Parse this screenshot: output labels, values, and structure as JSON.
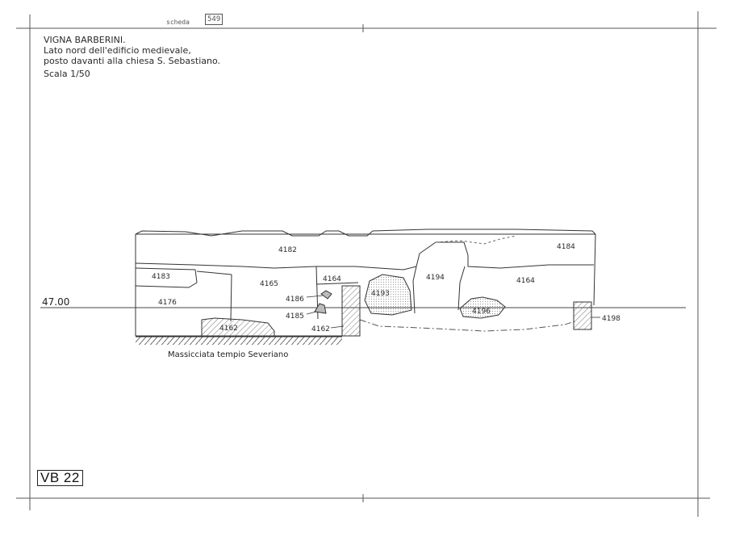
{
  "header": {
    "handwritten_label": "scheda",
    "handwritten_number": "549",
    "title_line1": "VIGNA BARBERINI.",
    "title_line2": "Lato nord dell'edificio medievale,",
    "title_line3": "posto davanti alla chiesa S. Sebastiano.",
    "scale": "Scala 1/50"
  },
  "datum": {
    "elevation": "47.00"
  },
  "units": {
    "u4182": "4182",
    "u4184": "4184",
    "u4183": "4183",
    "u4165": "4165",
    "u4164a": "4164",
    "u4193": "4193",
    "u4194": "4194",
    "u4164b": "4164",
    "u4176": "4176",
    "u4186": "4186",
    "u4185": "4185",
    "u4196": "4196",
    "u4198": "4198",
    "u4162a": "4162",
    "u4162b": "4162"
  },
  "foundation": {
    "caption": "Massicciata tempio Severiano"
  },
  "sheet_code": "VB 22",
  "colors": {
    "ink": "#2a2a2a",
    "hatch": "#777777",
    "border": "#555555"
  }
}
